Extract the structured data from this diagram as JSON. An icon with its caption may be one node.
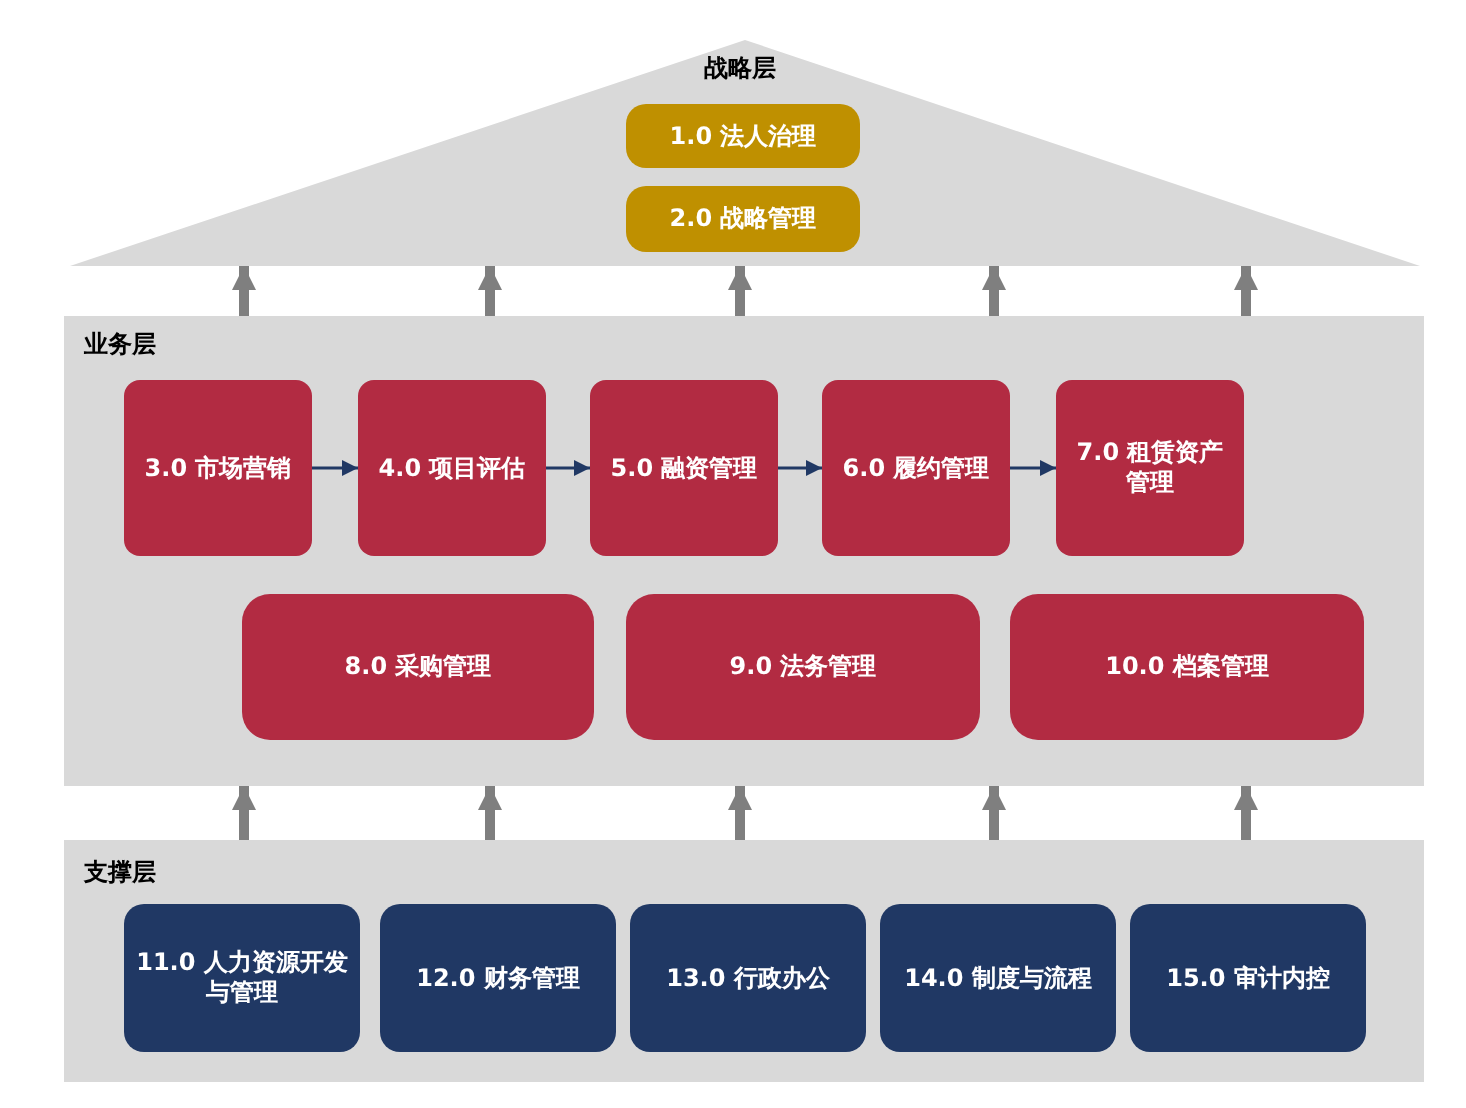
{
  "diagram": {
    "nodes": [
      {
        "text": [
          "战略层"
        ]
      },
      {
        "text": [
          "1.0 法人治理"
        ],
        "in": 0
      },
      {
        "text": [
          "2.0 战略管理"
        ],
        "in": 0
      },
      {
        "text": [
          "业务层"
        ]
      },
      {
        "text": [
          "3.0 市场营销"
        ],
        "in": 3
      },
      {
        "text": [
          "4.0 项目评估"
        ],
        "in": 3
      },
      {
        "text": [
          "5.0 融资管理"
        ],
        "in": 3
      },
      {
        "text": [
          "6.0 履约管理"
        ],
        "in": 3
      },
      {
        "text": [
          "7.0 租赁资产管理"
        ],
        "in": 3
      },
      {
        "text": [
          "8.0 采购管理"
        ],
        "in": 3
      },
      {
        "text": [
          "9.0 法务管理"
        ],
        "in": 3
      },
      {
        "text": [
          "10.0 档案管理"
        ],
        "in": 3
      },
      {
        "text": [
          "支撑层"
        ]
      },
      {
        "text": [
          "11.0 人力资源开发与管理"
        ],
        "in": 12
      },
      {
        "text": [
          "12.0 财务管理"
        ],
        "in": 12
      },
      {
        "text": [
          "13.0 行政办公"
        ],
        "in": 12
      },
      {
        "text": [
          "14.0 制度与流程"
        ],
        "in": 12
      },
      {
        "text": [
          "15.0 审计内控"
        ],
        "in": 12
      }
    ],
    "edges": [
      {
        "from": 4,
        "to": 5,
        "arrow": "to",
        "color": "#203864"
      },
      {
        "from": 5,
        "to": 6,
        "arrow": "to",
        "color": "#203864"
      },
      {
        "from": 6,
        "to": 7,
        "arrow": "to",
        "color": "#203864"
      },
      {
        "from": 7,
        "to": 8,
        "arrow": "to",
        "color": "#203864"
      },
      {
        "from": 3,
        "to": 0,
        "arrow": "to"
      },
      {
        "from": 3,
        "to": 0,
        "arrow": "to"
      },
      {
        "from": 3,
        "to": 0,
        "arrow": "to"
      },
      {
        "from": 3,
        "to": 0,
        "arrow": "to"
      },
      {
        "from": 3,
        "to": 0,
        "arrow": "to"
      },
      {
        "from": 12,
        "to": 3,
        "arrow": "to"
      },
      {
        "from": 12,
        "to": 3,
        "arrow": "to"
      },
      {
        "from": 12,
        "to": 3,
        "arrow": "to"
      },
      {
        "from": 12,
        "to": 3,
        "arrow": "to"
      },
      {
        "from": 12,
        "to": 3,
        "arrow": "to"
      }
    ]
  }
}
